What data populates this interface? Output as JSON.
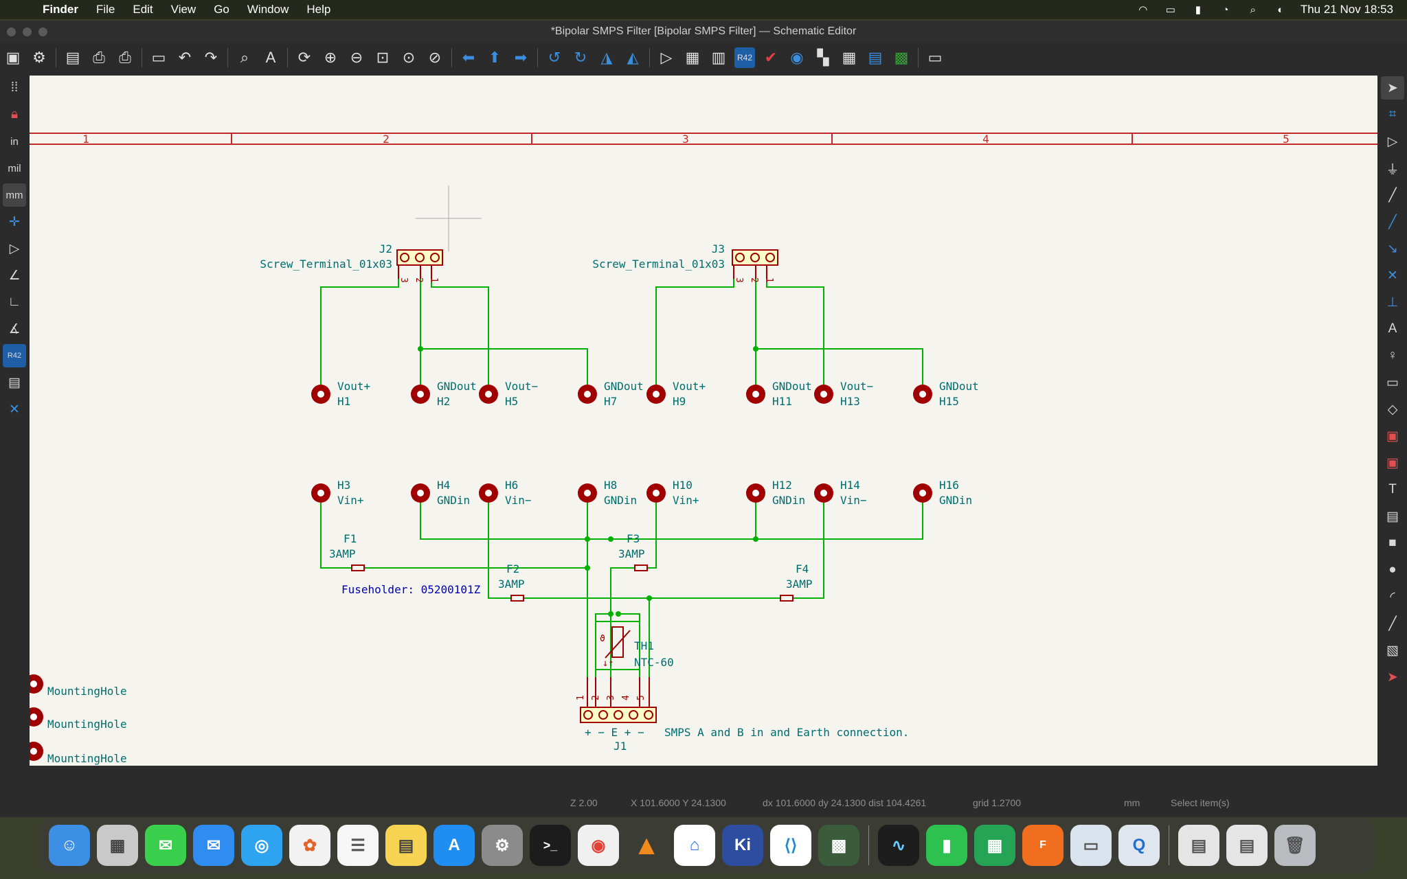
{
  "menubar": {
    "app_name": "Finder",
    "items": [
      "File",
      "Edit",
      "View",
      "Go",
      "Window",
      "Help"
    ],
    "clock": "Thu 21 Nov  18:53"
  },
  "window": {
    "title": "*Bipolar SMPS Filter [Bipolar SMPS Filter] — Schematic Editor"
  },
  "toolbar": {
    "icons": [
      "save-icon",
      "schematic-setup-icon",
      "page-settings-icon",
      "print-icon",
      "plot-icon",
      "paste-icon",
      "undo-icon",
      "redo-icon",
      "find-icon",
      "find-replace-icon",
      "refresh-icon",
      "zoom-in-icon",
      "zoom-out-icon",
      "zoom-fit-icon",
      "zoom-objects-icon",
      "zoom-tool-icon",
      "nav-back-icon",
      "nav-up-icon",
      "nav-forward-icon",
      "rotate-ccw-icon",
      "rotate-cw-icon",
      "mirror-vertical-icon",
      "mirror-horizontal-icon",
      "hierarchy-icon",
      "symbol-editor-icon",
      "symbol-browser-icon",
      "annotate-icon",
      "erc-icon",
      "simulator-icon",
      "assign-footprints-icon",
      "bom-table-icon",
      "generate-bom-icon",
      "pcb-editor-icon",
      "scripting-console-icon"
    ]
  },
  "left_tools": {
    "units": [
      "in",
      "mil",
      "mm"
    ]
  },
  "schematic": {
    "sheet_columns": [
      "1",
      "2",
      "3",
      "4",
      "5"
    ],
    "connectors": [
      {
        "ref": "J2",
        "value": "Screw_Terminal_01x03",
        "pins": [
          "3",
          "2",
          "1"
        ]
      },
      {
        "ref": "J3",
        "value": "Screw_Terminal_01x03",
        "pins": [
          "3",
          "2",
          "1"
        ]
      }
    ],
    "holes_top": [
      {
        "name": "Vout+",
        "ref": "H1"
      },
      {
        "name": "GNDout",
        "ref": "H2"
      },
      {
        "name": "Vout−",
        "ref": "H5"
      },
      {
        "name": "GNDout",
        "ref": "H7"
      },
      {
        "name": "Vout+",
        "ref": "H9"
      },
      {
        "name": "GNDout",
        "ref": "H11"
      },
      {
        "name": "Vout−",
        "ref": "H13"
      },
      {
        "name": "GNDout",
        "ref": "H15"
      }
    ],
    "holes_bottom": [
      {
        "ref": "H3",
        "name": "Vin+"
      },
      {
        "ref": "H4",
        "name": "GNDin"
      },
      {
        "ref": "H6",
        "name": "Vin−"
      },
      {
        "ref": "H8",
        "name": "GNDin"
      },
      {
        "ref": "H10",
        "name": "Vin+"
      },
      {
        "ref": "H12",
        "name": "GNDin"
      },
      {
        "ref": "H14",
        "name": "Vin−"
      },
      {
        "ref": "H16",
        "name": "GNDin"
      }
    ],
    "fuses": [
      {
        "ref": "F1",
        "value": "3AMP"
      },
      {
        "ref": "F2",
        "value": "3AMP"
      },
      {
        "ref": "F3",
        "value": "3AMP"
      },
      {
        "ref": "F4",
        "value": "3AMP"
      }
    ],
    "fuseholder_note": "Fuseholder: 05200101Z",
    "thermistor": {
      "ref": "TH1",
      "value": "NTC-60"
    },
    "j1": {
      "ref": "J1",
      "pins": [
        "1",
        "2",
        "3",
        "4",
        "5"
      ],
      "pin_signs": "+ − E + −",
      "note": "SMPS A and B  in and Earth connection."
    },
    "mounting_holes": [
      "MountingHole",
      "MountingHole",
      "MountingHole"
    ]
  },
  "statusbar": {
    "zoom": "Z 2.00",
    "cursor": "X 101.6000  Y 24.1300",
    "delta": "dx 101.6000  dy 24.1300  dist 104.4261",
    "grid": "grid 1.2700",
    "units": "mm",
    "mode": "Select item(s)"
  },
  "dock": {
    "apps": [
      "Finder",
      "Launchpad",
      "Messages",
      "Mail",
      "Safari",
      "Photos",
      "Reminders",
      "Notes",
      "App Store",
      "System Settings",
      "Terminal",
      "Chrome",
      "VLC",
      "Nextcloud",
      "KiCad",
      "VS Code",
      "PCB Viewer",
      "Activity Monitor",
      "Numbers",
      "Sheets",
      "Fusion",
      "Preview",
      "QuickTime",
      "Documents",
      "Screenshots",
      "Trash"
    ]
  },
  "colors": {
    "wire": "#00b000",
    "component": "#a00000",
    "label_text": "#006d6d",
    "note_text": "#0000b4",
    "sheet_border": "#c0282a",
    "canvas": "#f5f4ef"
  }
}
